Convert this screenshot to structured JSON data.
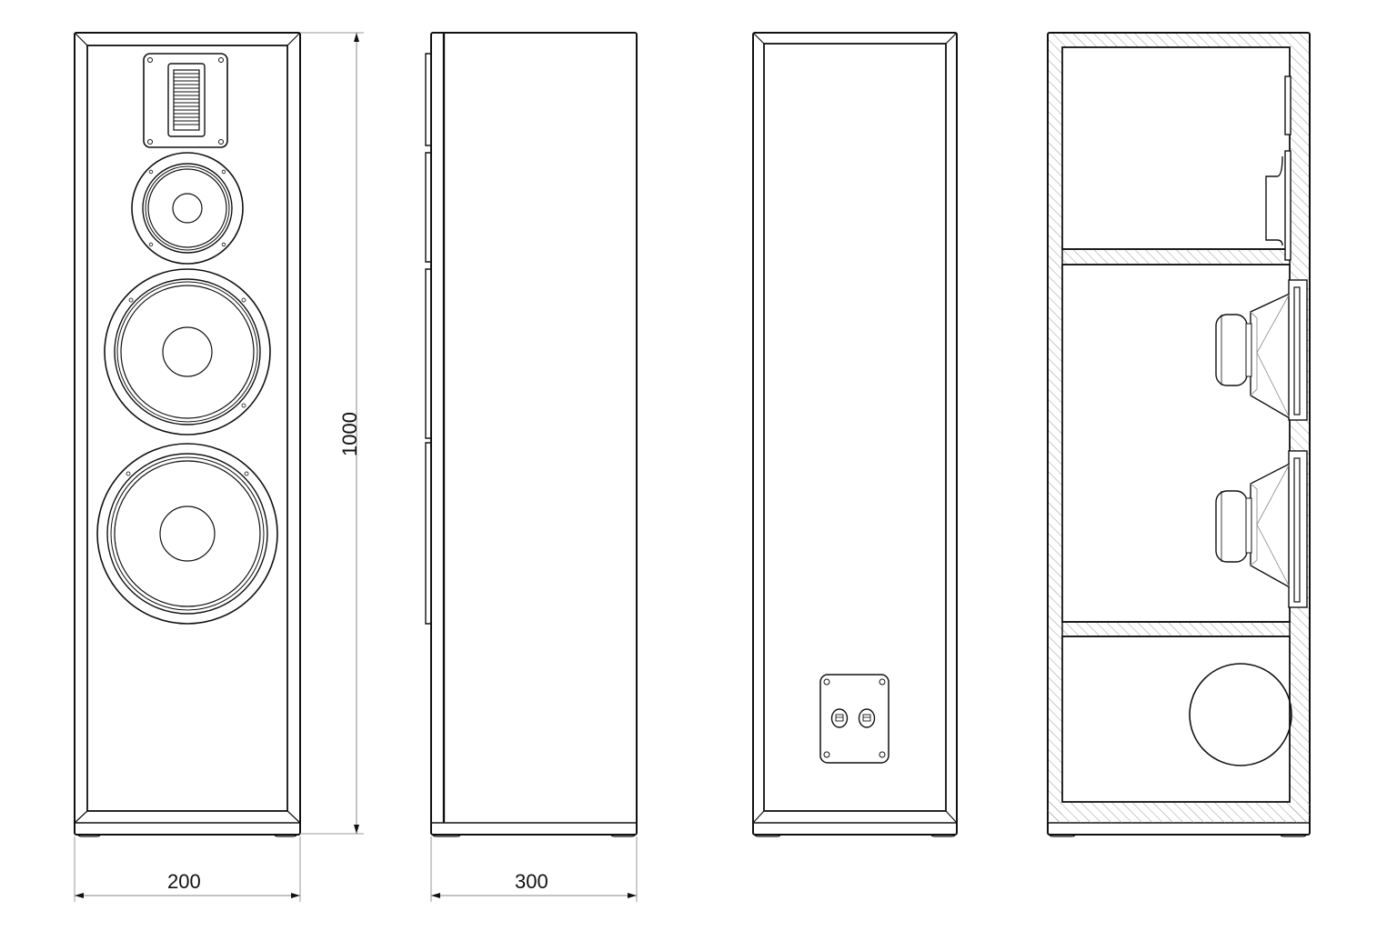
{
  "drawing": {
    "subject": "Floor-standing 3-way loudspeaker, technical drawing",
    "views": [
      {
        "id": "front",
        "label": "Front view",
        "drivers": [
          "ribbon-tweeter",
          "midrange-driver",
          "woofer-1",
          "woofer-2"
        ]
      },
      {
        "id": "side",
        "label": "Side view"
      },
      {
        "id": "rear",
        "label": "Rear view",
        "components": [
          "terminal-plate",
          "binding-post-1",
          "binding-post-2"
        ]
      },
      {
        "id": "section",
        "label": "Cross-section view",
        "components": [
          "tweeter-chamber",
          "mid-woofer-chamber",
          "bass-port-chamber",
          "bass-port"
        ]
      }
    ],
    "colors": {
      "line": "#111111",
      "dim_line": "#999999",
      "hatch": "#9a9a9a",
      "background": "#ffffff"
    }
  },
  "dimensions": {
    "width": "200",
    "depth": "300",
    "height": "1000"
  }
}
